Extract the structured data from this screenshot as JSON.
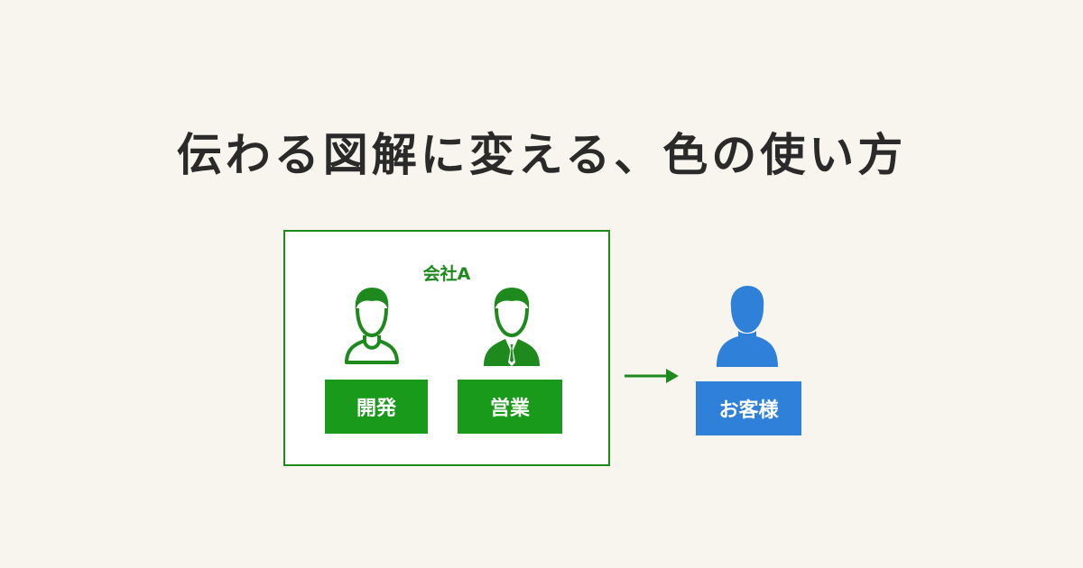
{
  "title": "伝わる図解に変える、色の使い方",
  "company": {
    "label": "会社A",
    "members": [
      {
        "role": "開発",
        "icon": "person-outline-icon"
      },
      {
        "role": "営業",
        "icon": "businessman-icon"
      }
    ]
  },
  "customer": {
    "label": "お客様",
    "icon": "person-silhouette-icon"
  },
  "colors": {
    "accent_green": "#1a9a1a",
    "customer_blue": "#2f80d8",
    "title": "#2a2a2a",
    "background": "#f7f5ee"
  }
}
